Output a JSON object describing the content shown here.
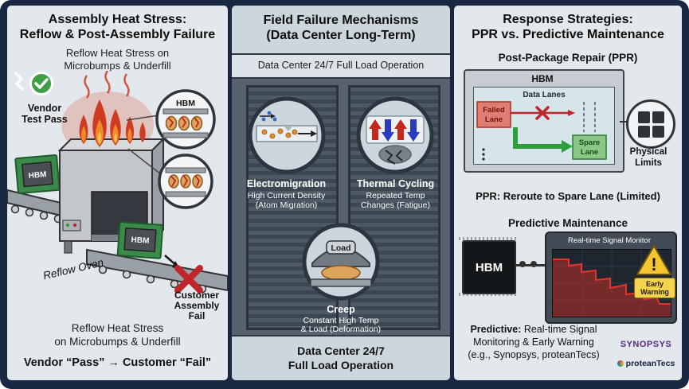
{
  "colors": {
    "frame_navy": "#1a2742",
    "panel_light": "#e3e8ec",
    "flame_red": "#cf3b22",
    "pass_green": "#3f9e46",
    "fail_red": "#c0252c",
    "failed_lane_red": "#e07d72",
    "spare_lane_green": "#8cc684",
    "warning_yellow": "#f4c431",
    "synopsys_purple": "#5a2a82",
    "proteantecs_navy": "#14213d"
  },
  "left": {
    "title1": "Assembly Heat Stress:",
    "title2": "Reflow & Post-Assembly Failure",
    "sub1": "Reflow Heat Stress on",
    "sub2": "Microbumps & Underfill",
    "vendor1": "Vendor",
    "vendor2": "Test Pass",
    "callout_hbm": "HBM",
    "chip1_label": "HBM",
    "chip2_label": "HBM",
    "oven_label": "Reflow Oven",
    "customer1": "Customer",
    "customer2": "Assembly",
    "customer3": "Fail",
    "bottom1": "Reflow Heat Stress",
    "bottom2": "on Microbumps & Underfill",
    "bottom3": "Vendor “Pass” → Customer “Fail”"
  },
  "mid": {
    "title1": "Field Failure Mechanisms",
    "title2": "(Data Center Long-Term)",
    "subtitle": "Data Center 24/7 Full Load Operation",
    "callouts": [
      {
        "name": "Electromigration",
        "desc1": "High Current Density",
        "desc2": "(Atom Migration)"
      },
      {
        "name": "Thermal Cycling",
        "desc1": "Repeated Temp",
        "desc2": "Changes (Fatigue)"
      },
      {
        "name": "Creep",
        "desc1": "Constant High Temp",
        "desc2": "& Load (Deformation)",
        "load_label": "Load"
      }
    ],
    "bottom1": "Data Center 24/7",
    "bottom2": "Full Load Operation"
  },
  "right": {
    "title1": "Response Strategies:",
    "title2": "PPR vs. Predictive Maintenance",
    "ppr_heading": "Post-Package Repair (PPR)",
    "ppr_hbm": "HBM",
    "data_lanes": "Data Lanes",
    "failed1": "Failed",
    "failed2": "Lane",
    "spare1": "Spare",
    "spare2": "Lane",
    "limits1": "Physical",
    "limits2": "Limits",
    "ppr_caption": "PPR: Reroute to Spare Lane (Limited)",
    "pred_heading": "Predictive Maintenance",
    "pred_hbm": "HBM",
    "monitor_title": "Real-time Signal Monitor",
    "warn1": "Early",
    "warn2": "Warning",
    "pred_caption_bold": "Predictive:",
    "pred_caption1": " Real-time Signal",
    "pred_caption2": "Monitoring & Early Warning",
    "pred_caption3": "(e.g., Synopsys, proteanTecs)",
    "logo_synopsys": "SYNOPSYS",
    "logo_proteantecs": "proteanTecs"
  }
}
